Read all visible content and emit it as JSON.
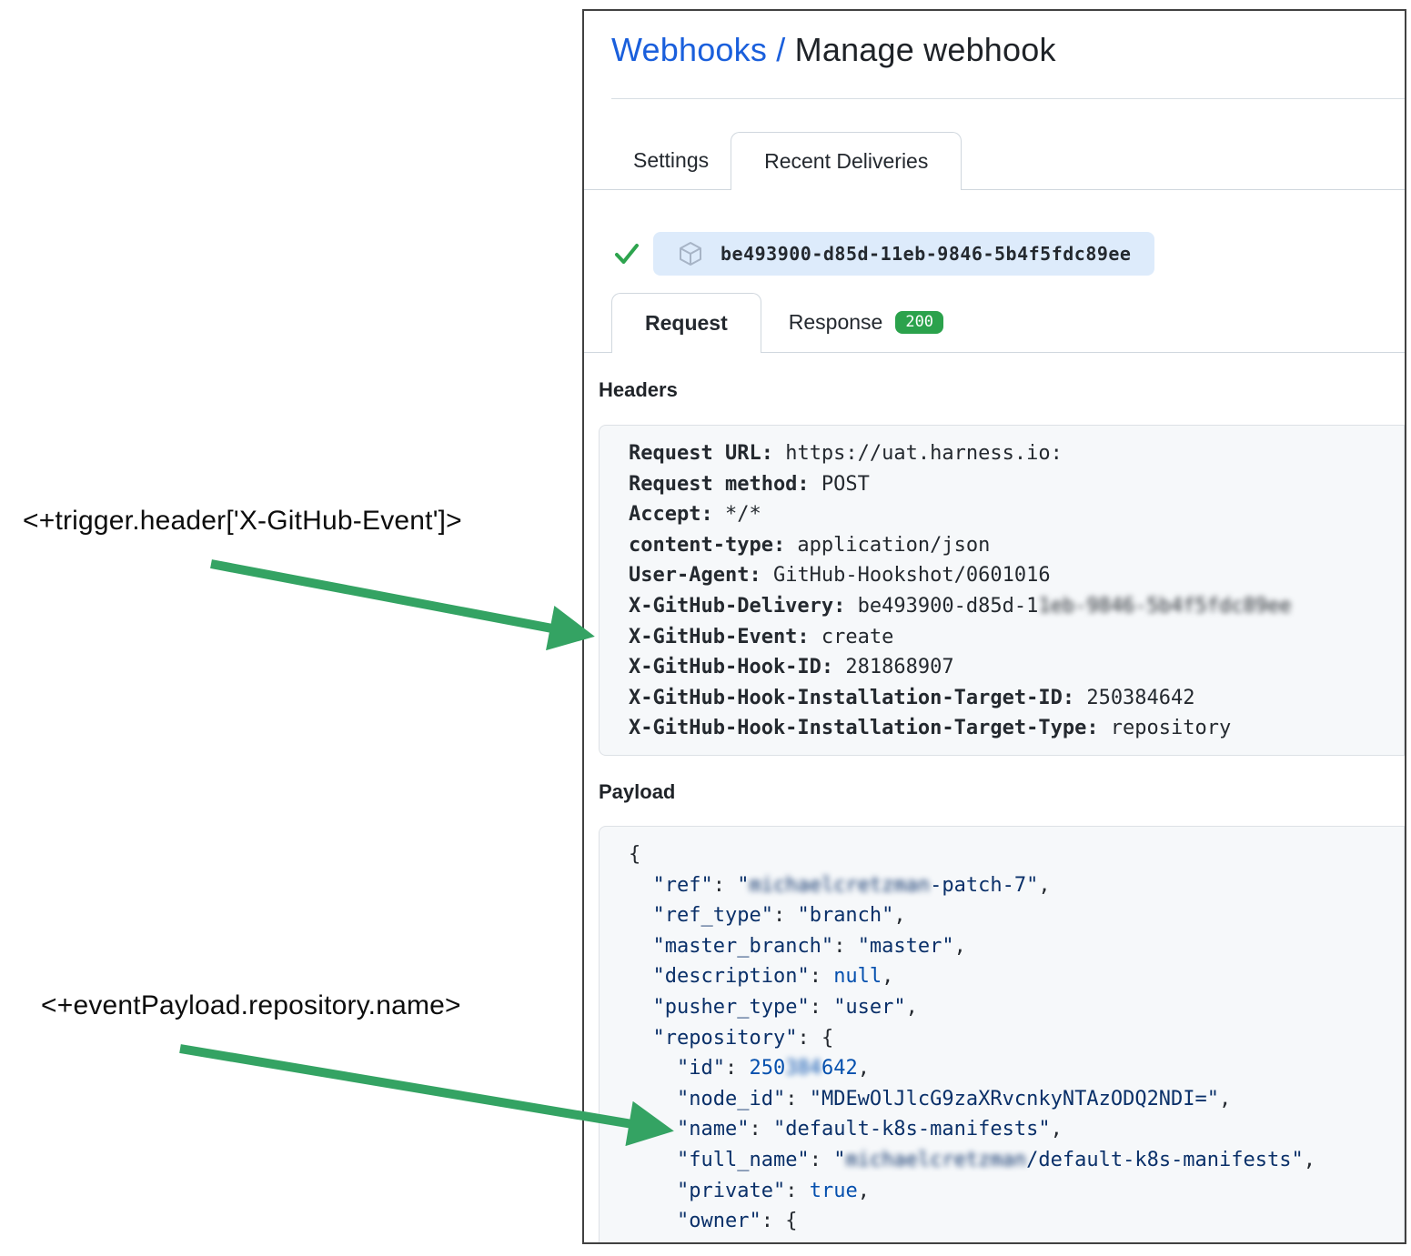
{
  "annotations": {
    "trigger_expression": "<+trigger.header['X-GitHub-Event']>",
    "payload_expression": "<+eventPayload.repository.name>",
    "arrow_color": "#34a363"
  },
  "page": {
    "breadcrumb": "Webhooks /",
    "title": " Manage webhook"
  },
  "tabs": {
    "settings": "Settings",
    "recent_deliveries": "Recent Deliveries"
  },
  "delivery": {
    "status_icon": "check-icon",
    "pill_icon": "package-icon",
    "id": "be493900-d85d-11eb-9846-5b4f5fdc89ee"
  },
  "subtabs": {
    "request": "Request",
    "response": "Response",
    "response_status": "200",
    "status_color": "#2ba24c"
  },
  "sections": {
    "headers": "Headers",
    "payload": "Payload"
  },
  "headers_lines": [
    [
      [
        "k",
        "Request URL:"
      ],
      [
        "p",
        " https://uat.harness.io:"
      ]
    ],
    [
      [
        "k",
        "Request method:"
      ],
      [
        "p",
        " POST"
      ]
    ],
    [
      [
        "k",
        "Accept:"
      ],
      [
        "p",
        " */*"
      ]
    ],
    [
      [
        "k",
        "content-type:"
      ],
      [
        "p",
        " application/json"
      ]
    ],
    [
      [
        "k",
        "User-Agent:"
      ],
      [
        "p",
        " GitHub-Hookshot/0601016"
      ]
    ],
    [
      [
        "k",
        "X-GitHub-Delivery:"
      ],
      [
        "p",
        " be493900-d85d-1"
      ],
      [
        "p-blur",
        "1eb-9846-5b4f5fdc89ee"
      ]
    ],
    [
      [
        "k",
        "X-GitHub-Event:"
      ],
      [
        "p",
        " create"
      ]
    ],
    [
      [
        "k",
        "X-GitHub-Hook-ID:"
      ],
      [
        "p",
        " 281868907"
      ]
    ],
    [
      [
        "k",
        "X-GitHub-Hook-Installation-Target-ID:"
      ],
      [
        "p",
        " 250384642"
      ]
    ],
    [
      [
        "k",
        "X-GitHub-Hook-Installation-Target-Type:"
      ],
      [
        "p",
        " repository"
      ]
    ]
  ],
  "payload_lines": [
    [
      [
        "p",
        "{"
      ]
    ],
    [
      [
        "p",
        "  "
      ],
      [
        "s",
        "\"ref\""
      ],
      [
        "p",
        ": "
      ],
      [
        "s",
        "\""
      ],
      [
        "s-blur",
        "michaelcretzman"
      ],
      [
        "s",
        "-patch-7\""
      ],
      [
        "p",
        ","
      ]
    ],
    [
      [
        "p",
        "  "
      ],
      [
        "s",
        "\"ref_type\""
      ],
      [
        "p",
        ": "
      ],
      [
        "s",
        "\"branch\""
      ],
      [
        "p",
        ","
      ]
    ],
    [
      [
        "p",
        "  "
      ],
      [
        "s",
        "\"master_branch\""
      ],
      [
        "p",
        ": "
      ],
      [
        "s",
        "\"master\""
      ],
      [
        "p",
        ","
      ]
    ],
    [
      [
        "p",
        "  "
      ],
      [
        "s",
        "\"description\""
      ],
      [
        "p",
        ": "
      ],
      [
        "b",
        "null"
      ],
      [
        "p",
        ","
      ]
    ],
    [
      [
        "p",
        "  "
      ],
      [
        "s",
        "\"pusher_type\""
      ],
      [
        "p",
        ": "
      ],
      [
        "s",
        "\"user\""
      ],
      [
        "p",
        ","
      ]
    ],
    [
      [
        "p",
        "  "
      ],
      [
        "s",
        "\"repository\""
      ],
      [
        "p",
        ": {"
      ]
    ],
    [
      [
        "p",
        "    "
      ],
      [
        "s",
        "\"id\""
      ],
      [
        "p",
        ": "
      ],
      [
        "b",
        "250"
      ],
      [
        "b-blur",
        "384"
      ],
      [
        "b",
        "642"
      ],
      [
        "p",
        ","
      ]
    ],
    [
      [
        "p",
        "    "
      ],
      [
        "s",
        "\"node_id\""
      ],
      [
        "p",
        ": "
      ],
      [
        "s",
        "\"MDEwOlJlcG9zaXRvcnkyNTAzODQ2NDI=\""
      ],
      [
        "p",
        ","
      ]
    ],
    [
      [
        "p",
        "    "
      ],
      [
        "s",
        "\"name\""
      ],
      [
        "p",
        ": "
      ],
      [
        "s",
        "\"default-k8s-manifests\""
      ],
      [
        "p",
        ","
      ]
    ],
    [
      [
        "p",
        "    "
      ],
      [
        "s",
        "\"full_name\""
      ],
      [
        "p",
        ": "
      ],
      [
        "s",
        "\""
      ],
      [
        "s-blur",
        "michaelcretzman"
      ],
      [
        "s",
        "/default-k8s-manifests\""
      ],
      [
        "p",
        ","
      ]
    ],
    [
      [
        "p",
        "    "
      ],
      [
        "s",
        "\"private\""
      ],
      [
        "p",
        ": "
      ],
      [
        "b",
        "true"
      ],
      [
        "p",
        ","
      ]
    ],
    [
      [
        "p",
        "    "
      ],
      [
        "s",
        "\"owner\""
      ],
      [
        "p",
        ": {"
      ]
    ]
  ]
}
